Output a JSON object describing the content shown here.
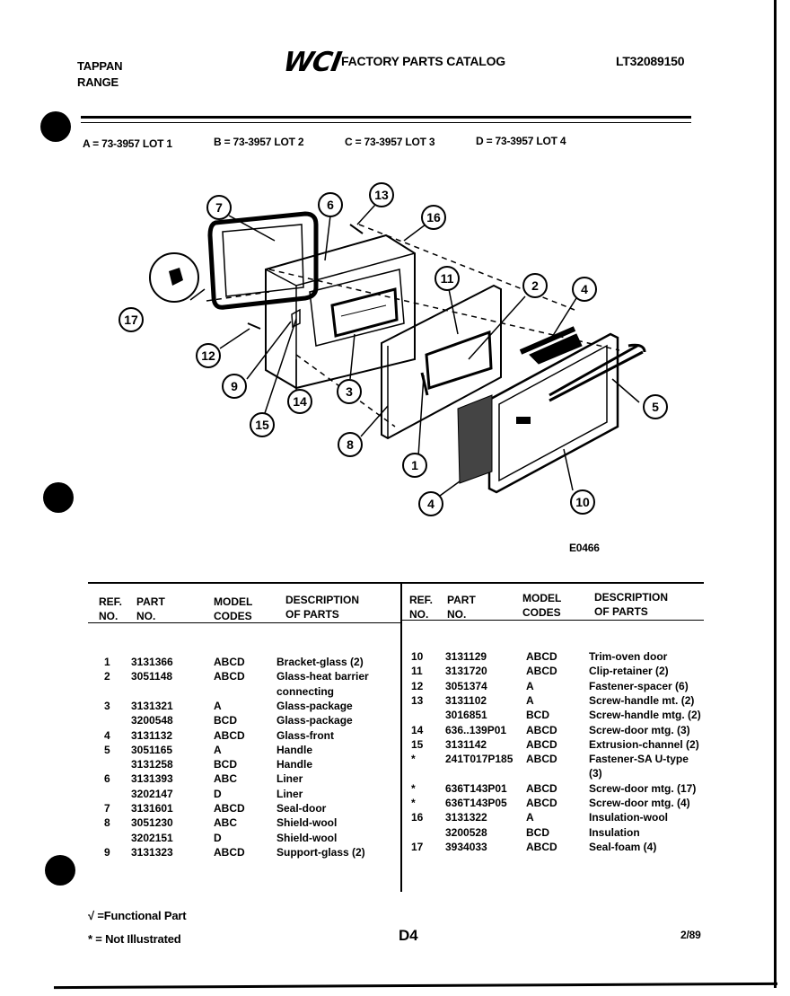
{
  "header": {
    "brand_line1": "TAPPAN",
    "brand_line2": "RANGE",
    "logo": "WCI",
    "catalog_title": "FACTORY PARTS CATALOG",
    "catalog_number": "LT32089150"
  },
  "lots": [
    "A = 73-3957 LOT 1",
    "B = 73-3957 LOT 2",
    "C = 73-3957 LOT 3",
    "D = 73-3957 LOT 4"
  ],
  "diagram": {
    "code": "E0466",
    "callouts": [
      "7",
      "6",
      "13",
      "16",
      "17",
      "11",
      "2",
      "4",
      "12",
      "5",
      "9",
      "3",
      "14",
      "15",
      "8",
      "1",
      "4",
      "10"
    ]
  },
  "table_headers": {
    "ref": [
      "REF.",
      "NO."
    ],
    "part": [
      "PART",
      "NO."
    ],
    "model": [
      "MODEL",
      "CODES"
    ],
    "desc": [
      "DESCRIPTION",
      "OF PARTS"
    ]
  },
  "left_rows": [
    {
      "ref": "1",
      "part": "3131366",
      "model": "ABCD",
      "desc": "Bracket-glass (2)"
    },
    {
      "ref": "2",
      "part": "3051148",
      "model": "ABCD",
      "desc": "Glass-heat barrier"
    },
    {
      "ref": "",
      "part": "",
      "model": "",
      "desc": "connecting"
    },
    {
      "ref": "3",
      "part": "3131321",
      "model": "A",
      "desc": "Glass-package"
    },
    {
      "ref": "",
      "part": "3200548",
      "model": "BCD",
      "desc": "Glass-package"
    },
    {
      "ref": "4",
      "part": "3131132",
      "model": "ABCD",
      "desc": "Glass-front"
    },
    {
      "ref": "5",
      "part": "3051165",
      "model": "A",
      "desc": "Handle"
    },
    {
      "ref": "",
      "part": "3131258",
      "model": "BCD",
      "desc": "Handle"
    },
    {
      "ref": "6",
      "part": "3131393",
      "model": "ABC",
      "desc": "Liner"
    },
    {
      "ref": "",
      "part": "3202147",
      "model": "D",
      "desc": "Liner"
    },
    {
      "ref": "7",
      "part": "3131601",
      "model": "ABCD",
      "desc": "Seal-door"
    },
    {
      "ref": "8",
      "part": "3051230",
      "model": "ABC",
      "desc": "Shield-wool"
    },
    {
      "ref": "",
      "part": "3202151",
      "model": "D",
      "desc": "Shield-wool"
    },
    {
      "ref": "9",
      "part": "3131323",
      "model": "ABCD",
      "desc": "Support-glass (2)"
    }
  ],
  "right_rows": [
    {
      "ref": "10",
      "part": "3131129",
      "model": "ABCD",
      "desc": "Trim-oven door"
    },
    {
      "ref": "11",
      "part": "3131720",
      "model": "ABCD",
      "desc": "Clip-retainer (2)"
    },
    {
      "ref": "12",
      "part": "3051374",
      "model": "A",
      "desc": "Fastener-spacer (6)"
    },
    {
      "ref": "13",
      "part": "3131102",
      "model": "A",
      "desc": "Screw-handle mt. (2)"
    },
    {
      "ref": "",
      "part": "3016851",
      "model": "BCD",
      "desc": "Screw-handle mtg. (2)"
    },
    {
      "ref": "14",
      "part": "636..139P01",
      "model": "ABCD",
      "desc": "Screw-door mtg. (3)"
    },
    {
      "ref": "15",
      "part": "3131142",
      "model": "ABCD",
      "desc": "Extrusion-channel (2)"
    },
    {
      "ref": "*",
      "part": "241T017P185",
      "model": "ABCD",
      "desc": "Fastener-SA U-type"
    },
    {
      "ref": "",
      "part": "",
      "model": "",
      "desc": "(3)"
    },
    {
      "ref": "*",
      "part": "636T143P01",
      "model": "ABCD",
      "desc": "Screw-door mtg. (17)"
    },
    {
      "ref": "*",
      "part": "636T143P05",
      "model": "ABCD",
      "desc": "Screw-door mtg. (4)"
    },
    {
      "ref": "16",
      "part": "3131322",
      "model": "A",
      "desc": "Insulation-wool"
    },
    {
      "ref": "",
      "part": "3200528",
      "model": "BCD",
      "desc": "Insulation"
    },
    {
      "ref": "17",
      "part": "3934033",
      "model": "ABCD",
      "desc": "Seal-foam (4)"
    }
  ],
  "footer": {
    "legend1": "√ =Functional Part",
    "legend2": "* = Not Illustrated",
    "page": "D4",
    "date": "2/89"
  }
}
